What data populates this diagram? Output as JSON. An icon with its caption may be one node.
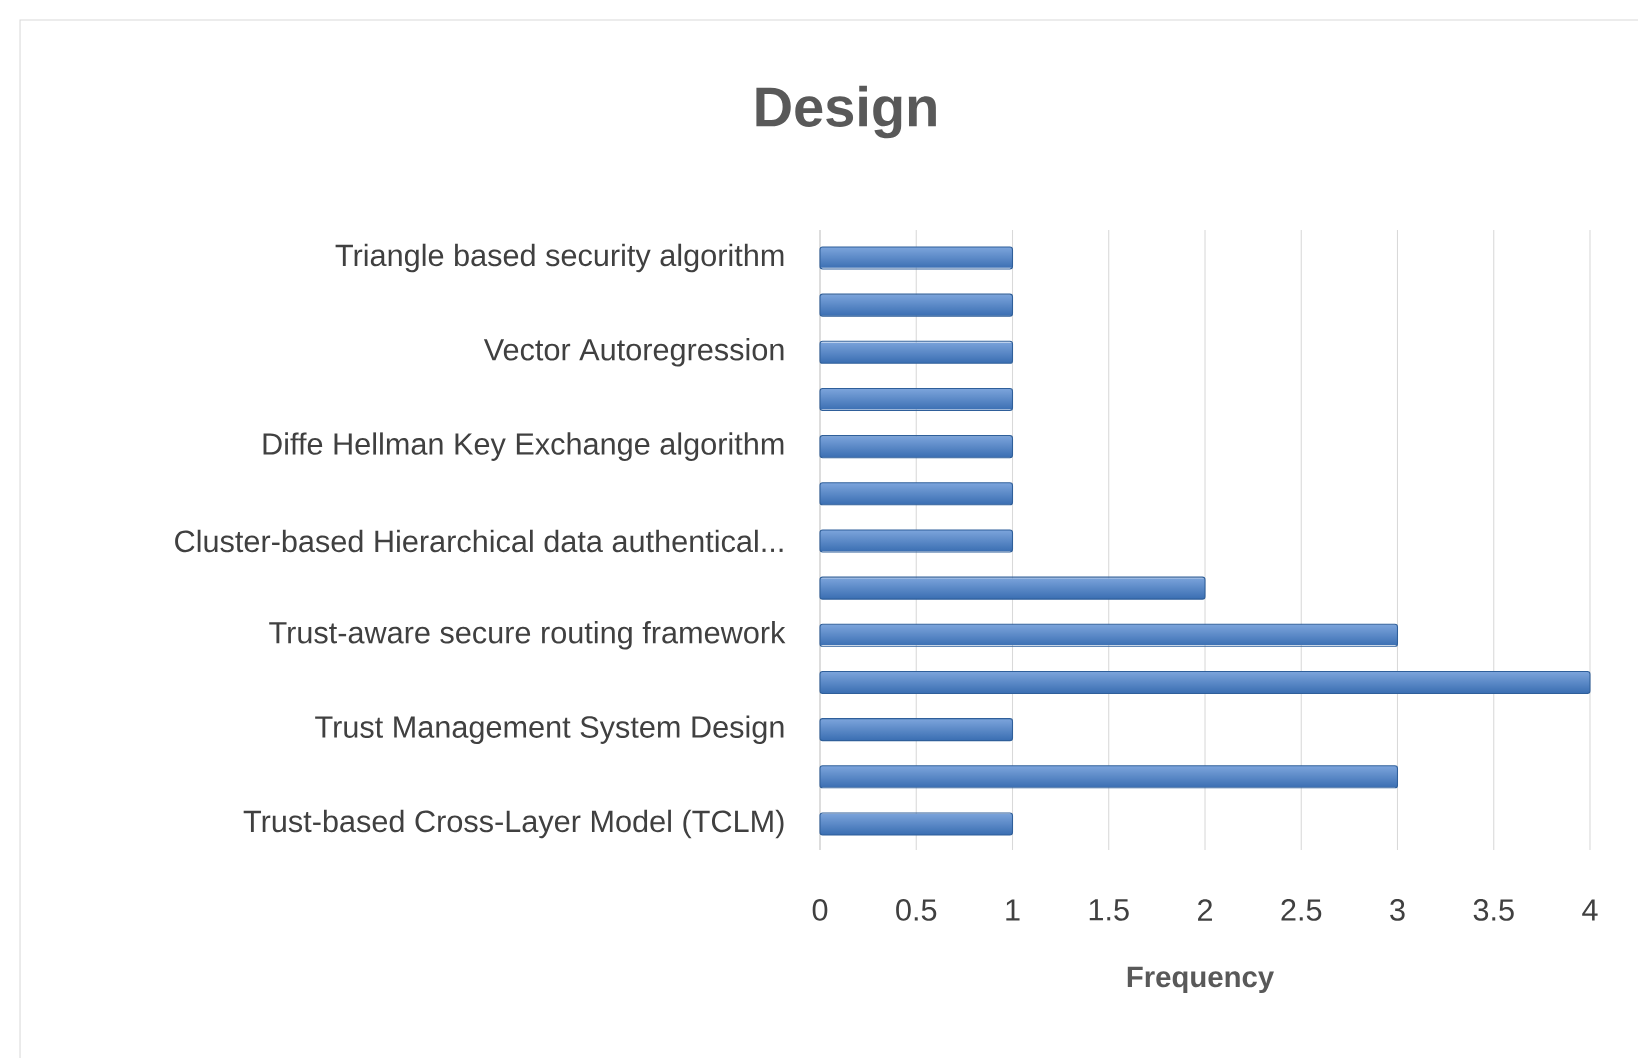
{
  "diagram": {
    "chart_data": {
      "type": "bar",
      "orientation": "horizontal",
      "title": "Design",
      "xlabel": "Frequency",
      "categories": [
        "Triangle based security algorithm",
        null,
        "Vector Autoregression",
        null,
        "Diffe Hellman Key Exchange algorithm",
        null,
        "Cluster-based Hierarchical data authentical...",
        null,
        "Trust-aware secure routing framework",
        null,
        "Trust Management System Design",
        null,
        "Trust-based Cross-Layer Model (TCLM)"
      ],
      "values": [
        1,
        1,
        1,
        1,
        1,
        1,
        1,
        2,
        3,
        4,
        1,
        3,
        1
      ],
      "xlim": [
        0,
        4
      ],
      "grid": true,
      "xticks": [
        0,
        0.5,
        1,
        1.5,
        2,
        2.5,
        3,
        3.5,
        4
      ]
    }
  }
}
